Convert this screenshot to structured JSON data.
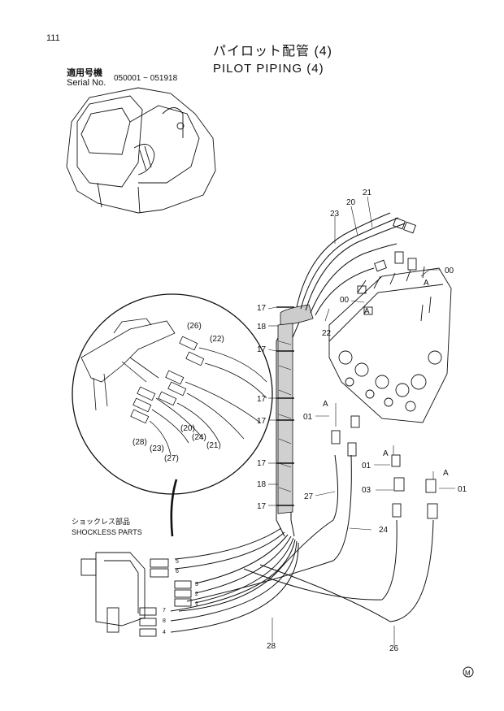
{
  "page_number": "111",
  "title": {
    "jp": "パイロット配管 (4)",
    "en": "PILOT PIPING (4)"
  },
  "serial": {
    "jp": "適用号機",
    "en": "Serial No.",
    "range": "050001 ~ 051918"
  },
  "shockless": {
    "jp": "ショックレス部品",
    "en": "SHOCKLESS PARTS"
  },
  "callouts": {
    "n17": "17",
    "n18": "18",
    "n20": "20",
    "n21": "21",
    "n22": "22",
    "n23": "23",
    "n24": "24",
    "n26": "26",
    "n27": "27",
    "n28": "28",
    "n00": "00",
    "n01": "01",
    "n03": "03",
    "p26": "(26)",
    "p22": "(22)",
    "p20": "(20)",
    "p24": "(24)",
    "p21": "(21)",
    "p28": "(28)",
    "p23": "(23)",
    "p27": "(27)",
    "A": "A",
    "M": "M"
  },
  "port_numbers": [
    "1",
    "2",
    "3",
    "4",
    "5",
    "6",
    "7",
    "8"
  ]
}
